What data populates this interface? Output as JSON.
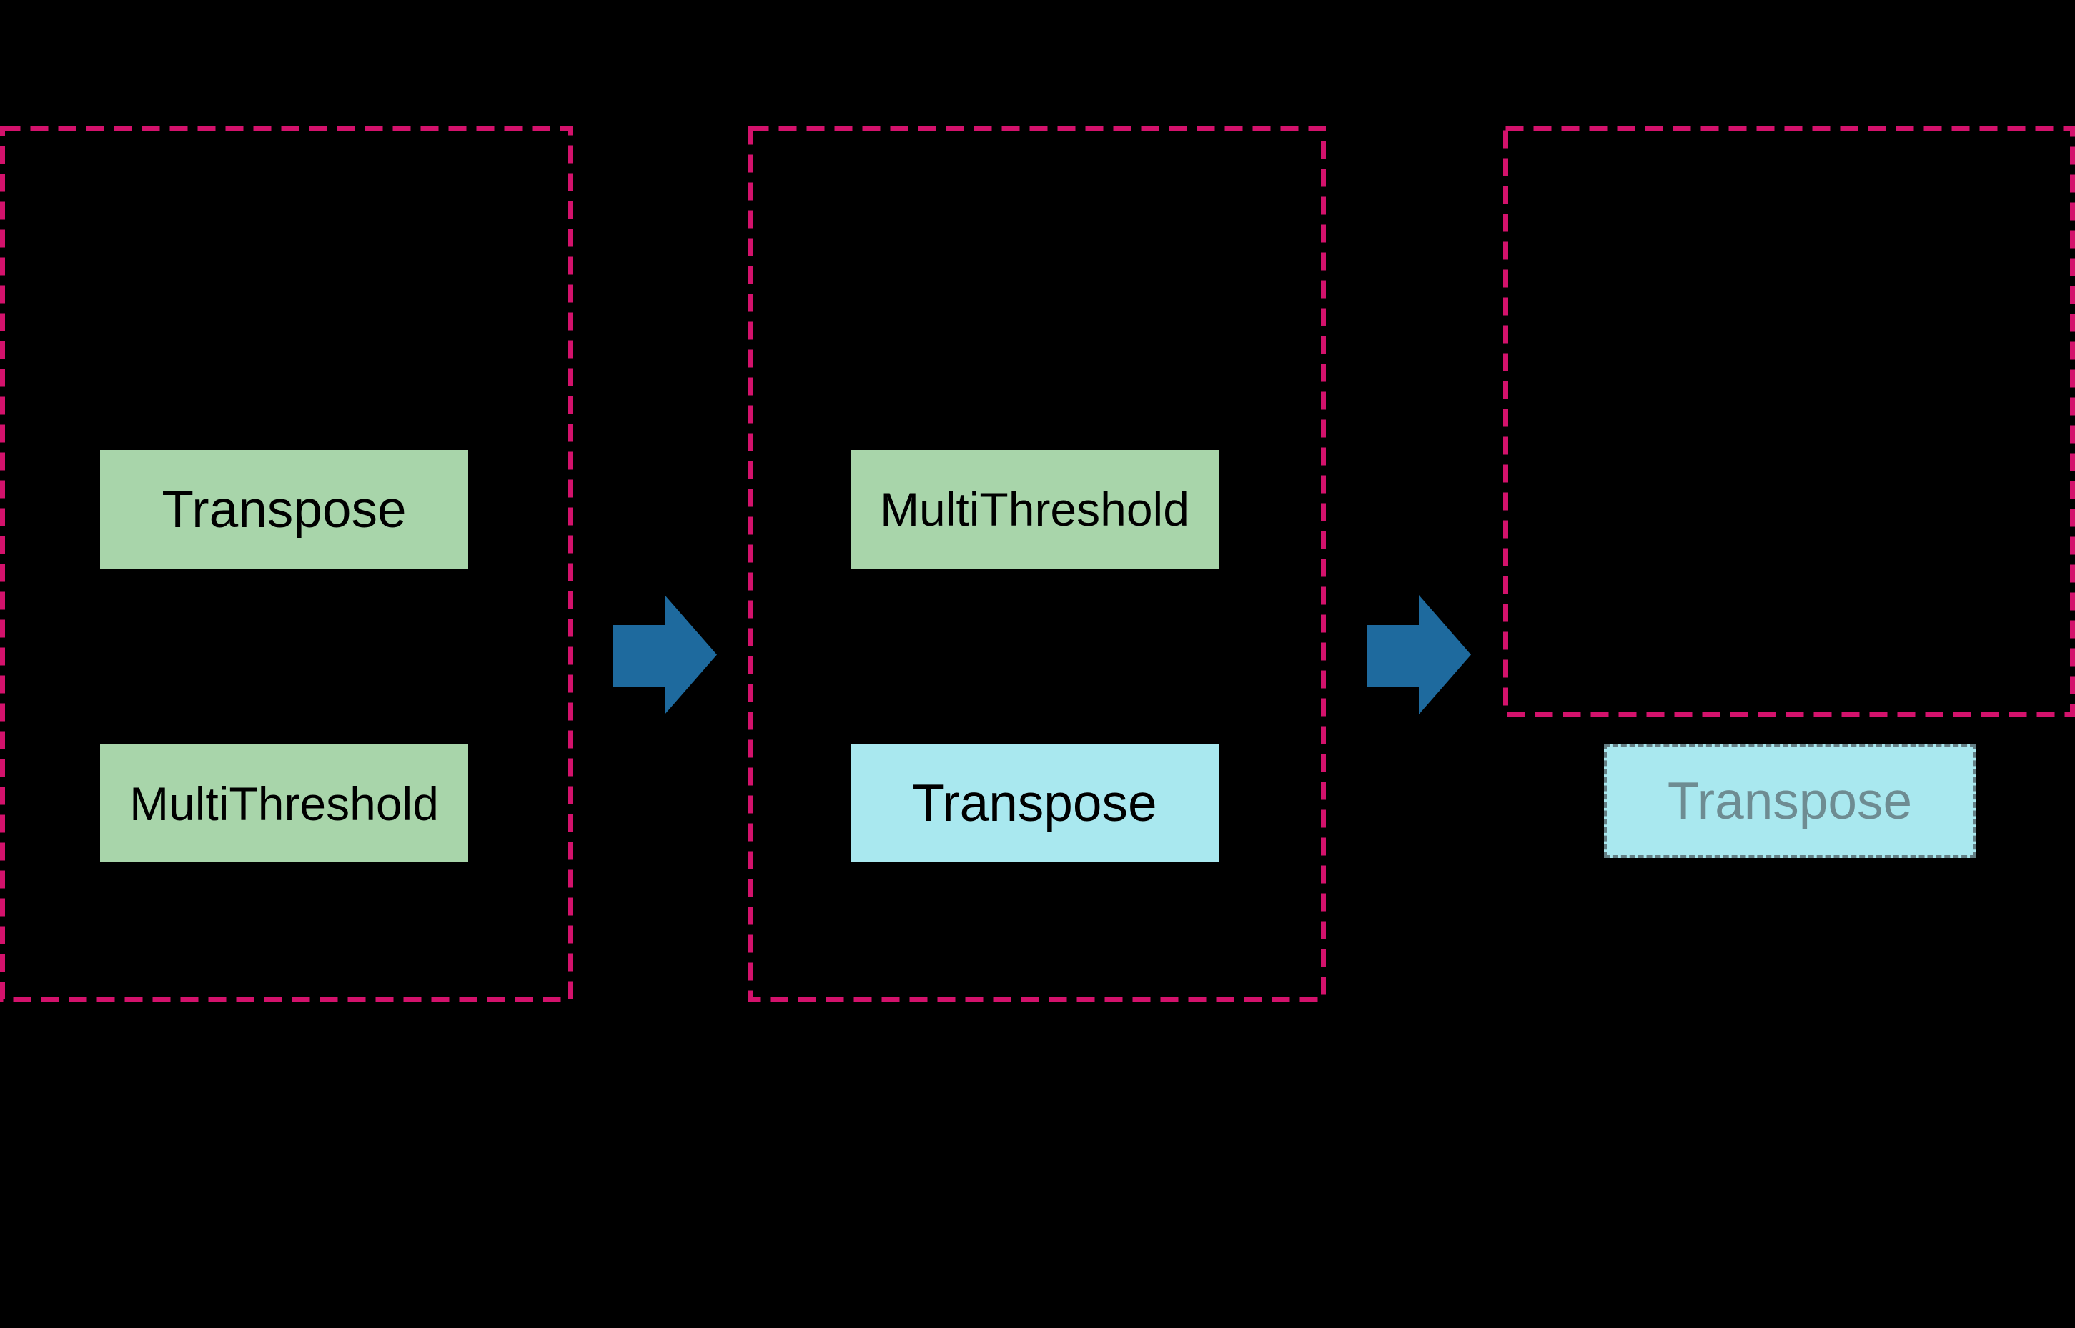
{
  "background": "#000000",
  "colors": {
    "background": "#000000",
    "frame_dash": "#D3126C",
    "node_green": "#A8D5AA",
    "node_cyan": "#A9E8EF",
    "node_text": "#000000",
    "ghost_text": "#6E8C92",
    "ghost_border": "#647F85",
    "arrow_blue": "#1E6A9E"
  },
  "stages": [
    {
      "id": "stage-1",
      "nodes": [
        {
          "label": "Transpose",
          "variant": "green"
        },
        {
          "label": "MultiThreshold",
          "variant": "green"
        }
      ]
    },
    {
      "id": "stage-2",
      "nodes": [
        {
          "label": "MultiThreshold",
          "variant": "green"
        },
        {
          "label": "Transpose",
          "variant": "cyan"
        }
      ]
    },
    {
      "id": "stage-3",
      "nodes": [],
      "floating_node": {
        "label": "Transpose",
        "variant": "cyan-ghost"
      }
    }
  ],
  "arrows": [
    {
      "id": "arrow-1",
      "direction": "right"
    },
    {
      "id": "arrow-2",
      "direction": "right"
    }
  ]
}
